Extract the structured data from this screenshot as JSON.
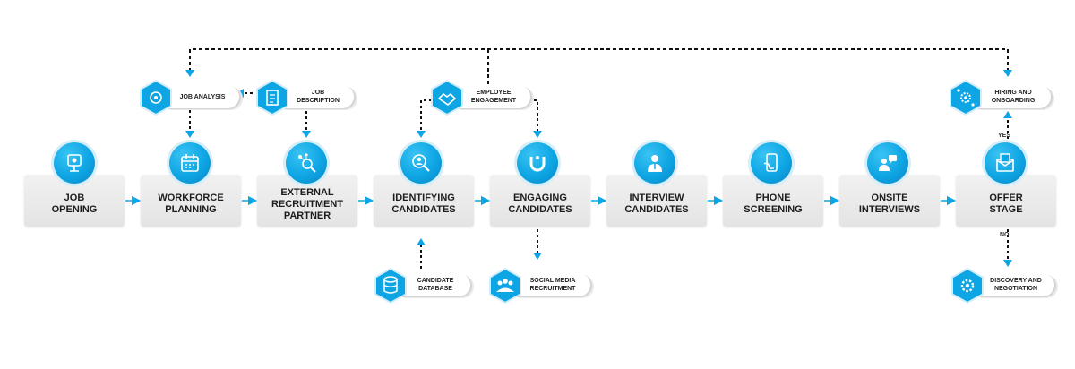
{
  "stages": [
    {
      "label": "JOB\nOPENING",
      "icon": "job-opening-icon"
    },
    {
      "label": "WORKFORCE\nPLANNING",
      "icon": "calendar-icon"
    },
    {
      "label": "EXTERNAL\nRECRUITMENT\nPARTNER",
      "icon": "magnifier-network-icon"
    },
    {
      "label": "IDENTIFYING\nCANDIDATES",
      "icon": "search-person-icon"
    },
    {
      "label": "ENGAGING\nCANDIDATES",
      "icon": "magnet-icon"
    },
    {
      "label": "INTERVIEW\nCANDIDATES",
      "icon": "interviewer-icon"
    },
    {
      "label": "PHONE\nSCREENING",
      "icon": "smartphone-icon"
    },
    {
      "label": "ONSITE\nINTERVIEWS",
      "icon": "chat-person-icon"
    },
    {
      "label": "OFFER\nSTAGE",
      "icon": "offer-envelope-icon"
    }
  ],
  "side_nodes": {
    "job_analysis": {
      "label": "JOB ANALYSIS",
      "icon": "analysis-icon"
    },
    "job_description": {
      "label": "JOB\nDESCRIPTION",
      "icon": "document-icon"
    },
    "employee_engagement": {
      "label": "EMPLOYEE\nENGAGEMENT",
      "icon": "handshake-icon"
    },
    "candidate_database": {
      "label": "CANDIDATE\nDATABASE",
      "icon": "database-icon"
    },
    "social_media_recruitment": {
      "label": "SOCIAL MEDIA\nRECRUITMENT",
      "icon": "people-group-icon"
    },
    "hiring_onboarding": {
      "label": "HIRING AND\nONBOARDING",
      "icon": "gear-network-icon"
    },
    "discovery_negotiation": {
      "label": "DISCOVERY AND\nNEGOTIATION",
      "icon": "gear-icon"
    }
  },
  "conditions": {
    "yes": "YES",
    "no": "NO"
  },
  "colors": {
    "accent": "#0ea5e4",
    "accent_dark": "#0a86c2",
    "box": "#e8e8e8",
    "text": "#1d1d1d",
    "connector": "#111111"
  }
}
